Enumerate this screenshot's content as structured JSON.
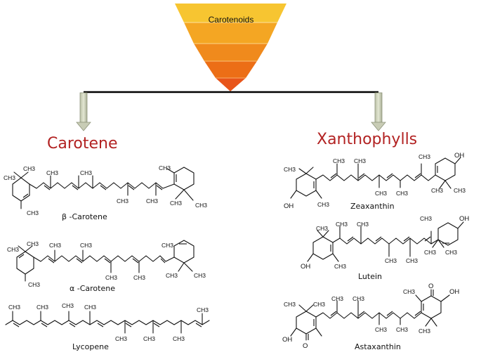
{
  "funnel": {
    "title": "Carotenoids",
    "colors": [
      "#f7c531",
      "#f4a623",
      "#f08a1c",
      "#ec6e16",
      "#e8551a"
    ]
  },
  "groups": {
    "carotene": {
      "title": "Carotene",
      "color": "#b22222"
    },
    "xanthophylls": {
      "title": "Xanthophylls",
      "color": "#b22222"
    }
  },
  "compounds": {
    "beta_carotene": {
      "name": "β -Carotene"
    },
    "alpha_carotene": {
      "name": "α -Carotene"
    },
    "lycopene": {
      "name": "Lycopene"
    },
    "zeaxanthin": {
      "name": "Zeaxanthin"
    },
    "lutein": {
      "name": "Lutein"
    },
    "astaxanthin": {
      "name": "Astaxanthin"
    }
  },
  "labels": {
    "methyl": "CH3",
    "hydroxyl": "OH",
    "oxygen": "O"
  }
}
